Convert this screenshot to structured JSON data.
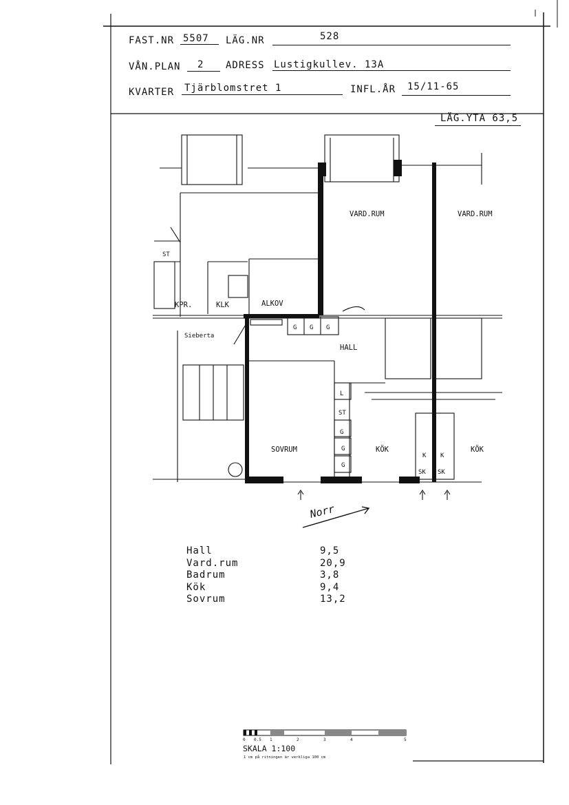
{
  "header": {
    "fast_nr_label": "FAST.NR",
    "fast_nr_value": "5507",
    "lag_nr_label": "LÄG.NR",
    "lag_nr_value": "528",
    "van_plan_label": "VÅN.PLAN",
    "van_plan_value": "2",
    "adress_label": "ADRESS",
    "adress_value": "Lustigkullev. 13A",
    "kvarter_label": "KVARTER",
    "kvarter_value": "Tjärblomstret 1",
    "infl_ar_label": "INFL.ÅR",
    "infl_ar_value": "15/11-65"
  },
  "lag_yta": "LÄG.YTA 63,5",
  "plan": {
    "rooms": {
      "vardrum_1": "VARD.RUM",
      "vardrum_2": "VARD.RUM",
      "alkov": "ALKOV",
      "kpr": "KPR.",
      "klk": "KLK",
      "hall": "HALL",
      "sovrum": "SOVRUM",
      "kok_1": "KÖK",
      "kok_2": "KÖK",
      "st_1": "ST",
      "st_2": "ST",
      "l": "L",
      "g": "G",
      "k": "K",
      "sk": "SK",
      "sieberta": "Sieberta"
    },
    "norr": "Norr"
  },
  "areas": [
    {
      "name": "Hall",
      "value": "9,5"
    },
    {
      "name": "Vard.rum",
      "value": "20,9"
    },
    {
      "name": "Badrum",
      "value": "3,8"
    },
    {
      "name": "Kök",
      "value": "9,4"
    },
    {
      "name": "Sovrum",
      "value": "13,2"
    }
  ],
  "scale": {
    "label": "SKALA 1:100",
    "note": "1 cm på ritningen är verkliga 100 cm",
    "ticks": [
      "0",
      "0.5",
      "1",
      "2",
      "3",
      "4",
      "5"
    ]
  }
}
